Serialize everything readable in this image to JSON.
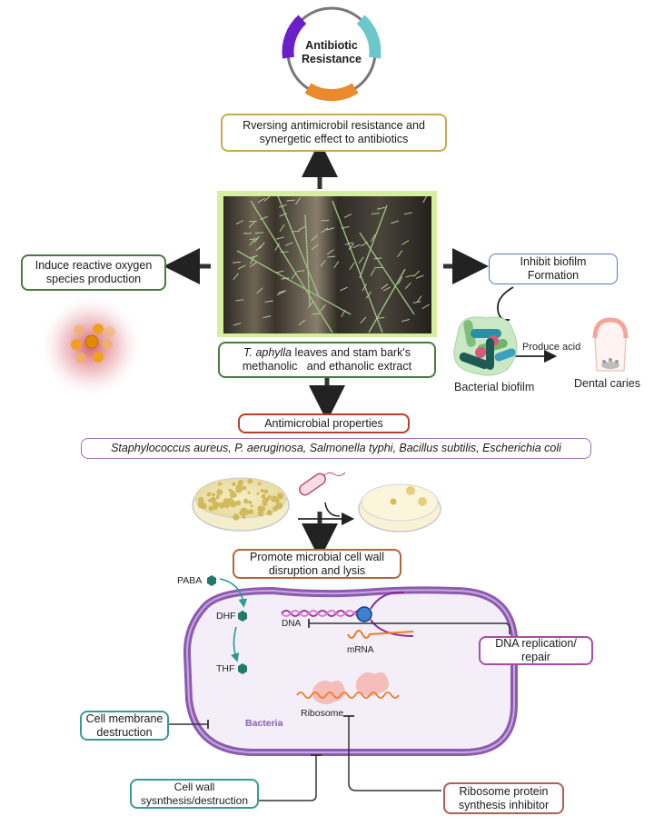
{
  "resistance_ring": {
    "title_line1": "Antibiotic",
    "title_line2": "Resistance",
    "colors": {
      "purple": "#6a1fc9",
      "teal": "#6cc7c8",
      "orange": "#e98a2b",
      "ring": "#777777"
    }
  },
  "boxes": {
    "reversing": {
      "line1": "Rversing antimicrobil resistance and",
      "line2": "synergetic effect to antibiotics",
      "border": "#c8a94e"
    },
    "ros": {
      "line1": "Induce reactive oxygen",
      "line2": "species production",
      "border": "#4b7a3e"
    },
    "biofilm": {
      "line1": "Inhibit biofilm",
      "line2": "Formation",
      "border": "#4d7cc0"
    },
    "extract": {
      "italic": "T. aphylla",
      "line1_rest": " leaves and stam bark's",
      "line2": "methanolic   and ethanolic extract",
      "border": "#4b7a3e"
    },
    "antimicrobial": {
      "text": "Antimicrobial properties",
      "border": "#b5402f"
    },
    "organisms": {
      "text": "Staphylococcus aureus, P. aeruginosa, Salmonella typhi, Bacillus subtilis, Escherichia coli",
      "border": "#9a6fb0"
    },
    "cell_wall_lysis": {
      "line1": "Promote microbial cell wall",
      "line2": "disruption and lysis",
      "border": "#b5653a"
    },
    "dna_repair": {
      "line1": "DNA replication/",
      "line2": "repair",
      "border": "#a94ba8"
    },
    "membrane": {
      "line1": "Cell membrane",
      "line2": "destruction",
      "border": "#3a9a98"
    },
    "cell_wall_synth": {
      "line1": "Cell wall",
      "line2": "sysnthesis/destruction",
      "border": "#3a9a98"
    },
    "ribosome_inhib": {
      "line1": "Ribosome protein",
      "line2": "synthesis inhibitor",
      "border": "#b85a52"
    }
  },
  "labels": {
    "produce_acid": "Produce acid",
    "bacterial_biofilm": "Bacterial biofilm",
    "dental_caries": "Dental caries",
    "paba": "PABA",
    "dhf": "DHF",
    "thf": "THF",
    "dna": "DNA",
    "mrna": "mRNA",
    "ribosome": "Ribosome",
    "bacteria": "Bacteria"
  },
  "photo": {
    "description": "T. aphylla plant branches against tree bark",
    "frame_color": "#d6ef9f"
  }
}
